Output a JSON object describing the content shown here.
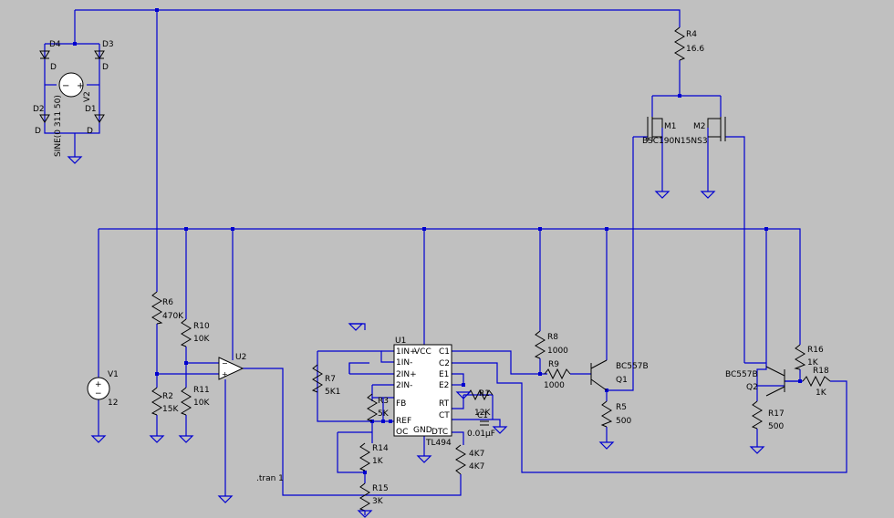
{
  "labels": {
    "D4": "D4",
    "D3": "D3",
    "D2": "D2",
    "D1": "D1",
    "D4_val": "D",
    "D3_val": "D",
    "D2_val": "D",
    "D1_val": "D",
    "V2": "V2",
    "V2_val": "SINE(0 311 50)",
    "R4": "R4",
    "R4_val": "16.6",
    "M1": "M1",
    "M2": "M2",
    "M_models": "BSC190N15NS3",
    "R6": "R6",
    "R6_val": "470K",
    "R10": "R10",
    "R10_val": "10K",
    "R11": "R11",
    "R11_val": "10K",
    "R2": "R2",
    "R2_val": "15K",
    "V1": "V1",
    "V1_val": "12",
    "U2": "U2",
    "U1": "U1",
    "U1_part": "TL494",
    "pin_1inp": "1IN+",
    "pin_1inm": "1IN-",
    "pin_2inp": "2IN+",
    "pin_2inm": "2IN-",
    "pin_fb": "FB",
    "pin_ref": "REF",
    "pin_oc": "OC",
    "pin_gnd": "GND",
    "pin_vcc": "VCC",
    "pin_c1": "C1",
    "pin_c2": "C2",
    "pin_e1": "E1",
    "pin_e2": "E2",
    "pin_rt": "RT",
    "pin_ct": "CT",
    "pin_dtc": "DTC",
    "R7": "R7",
    "R7_val": "5K1",
    "R3": "R3",
    "R3_val": "5K",
    "R14": "R14",
    "R14_val": "1K",
    "R15": "R15",
    "R15_val": "3K",
    "R1": "R1",
    "R1_val": "12K",
    "C1": "C1",
    "C1_val": "0.01µF",
    "R_dtc_name": "4K7",
    "R_dtc_val": "4K7",
    "R8": "R8",
    "R8_val": "1000",
    "R9": "R9",
    "R9_val": "1000",
    "Q1": "Q1",
    "Q1_model": "BC557B",
    "R5": "R5",
    "R5_val": "500",
    "Q2": "Q2",
    "Q2_model": "BC557B",
    "R17": "R17",
    "R17_val": "500",
    "R16": "R16",
    "R16_val": "1K",
    "R18": "R18",
    "R18_val": "1K",
    "directive": ".tran 1"
  },
  "colors": {
    "background": "#c0c0c0",
    "wire": "#0000d0",
    "component": "#000000"
  }
}
